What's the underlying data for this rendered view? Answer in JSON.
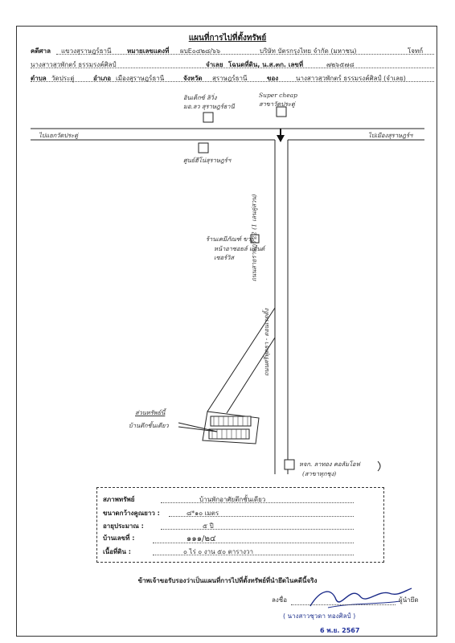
{
  "title": "แผนที่การไปที่ตั้งทรัพย์",
  "header": {
    "court_label": "คดีศาล",
    "court_value": "แขวงสุราษฎร์ธานี",
    "case_no_label": "หมายเลขแดงที่",
    "case_no_value": "ผบE๐๔๒๘/๖๖",
    "plaintiff": "บริษัท บัตรกรุงไทย จำกัด (มหาชน)",
    "plaintiff_role": "โจทก์",
    "defendant": "นางสาวสุวพักตร์ ธรรมรงค์ศิลป์",
    "defendant_role": "จำเลย",
    "deed_label": "โฉนดที่ดิน, น.ส.๓ก. เลขที่",
    "deed_value": "๗๒๖๕๗๘",
    "subdistrict_label": "ตำบล",
    "subdistrict_value": "วัดประดู่",
    "district_label": "อำเภอ",
    "district_value": "เมืองสุราษฎร์ธานี",
    "province_label": "จังหวัด",
    "province_value": "สุราษฎร์ธานี",
    "owner_label": "ของ",
    "owner_value": "นางสาวสุวพักตร์ ธรรมรงค์ศิลป์ (จำเลย)"
  },
  "map": {
    "landmark_top_left": [
      "อินเด็กซ์ ลิวิ่ง",
      "มอ.ลว สุราษฎร์ธานี"
    ],
    "landmark_top_right": [
      "Super cheap",
      "สาขาวัดประดู่"
    ],
    "road_left": "ไปแยกวัดประดู่",
    "road_right": "ไปเมืองสุราษฎร์ฯ",
    "landmark_center": "ศูนย์ฮีโน่สุราษฎร์ฯ",
    "main_road": "ถนนสายราษฎร์ 22 (1 เลนคู่สวน)",
    "landmark_mid": [
      "ร้านเคมีภัณฑ์ ขาย",
      "หน้าอาซอยล์ แอนด์",
      "เซอร์วิส"
    ],
    "soi_road": "ถนนศรีพุดธา - ดอนเรดดิ้ง",
    "property_callout": [
      "ส่วนทรัพย์นี้",
      "บ้านตึกชั้นเดียว"
    ],
    "landmark_bottom": [
      "หจก. ลาทอง คอลัมโอฟ",
      "(สาขาทุกชุง)"
    ]
  },
  "property": {
    "type_label": "สภาพทรัพย์",
    "type_value": "บ้านพักอาศัยตึกชั้นเดียว",
    "size_label": "ขนาดกว้างคูณยาว :",
    "size_value": "๘*๑๐ เมตร",
    "age_label": "อายุประมาณ :",
    "age_value": "๕ ปี",
    "house_no_label": "บ้านเลขที่ :",
    "house_no_value": "๑๑๑/๒๔",
    "area_label": "เนื้อที่ดิน :",
    "area_value": "๐ ไร่  ๐ งาน  ๕๐  ตารางวา"
  },
  "certify": "ข้าพเจ้าขอรับรองว่าเป็นแผนที่การไปที่ตั้งทรัพย์ที่นำยึดไนคดีนี้จริง",
  "signature": {
    "sign_label": "ลงชื่อ",
    "role": "ผู้นำยึด",
    "name": "(  นางสาวชุวดา ทองศิลป์  )",
    "stamp_date": "6 พ.ย. 2567"
  }
}
